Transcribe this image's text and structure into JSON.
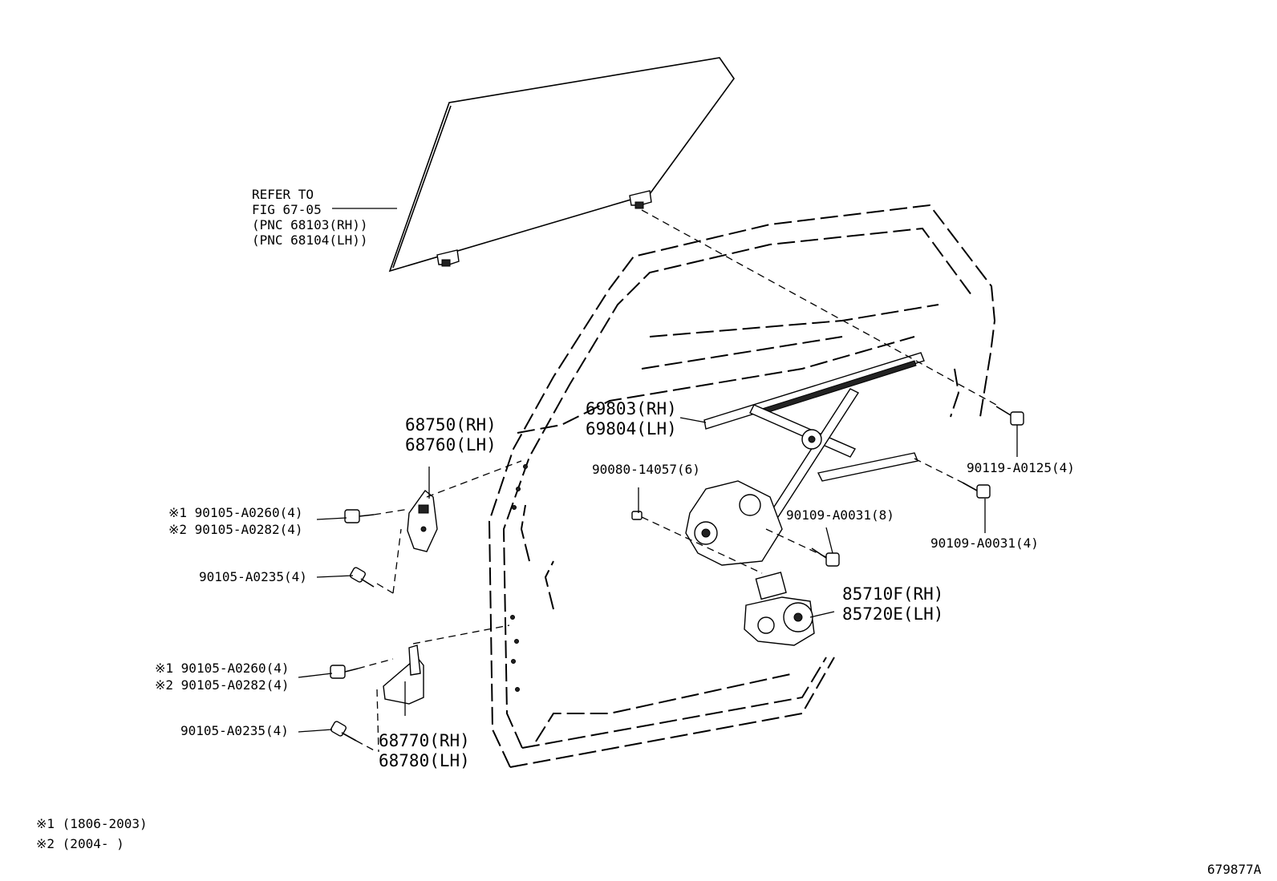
{
  "figure_id": "679877A",
  "glass_reference": {
    "lines": [
      "REFER TO",
      "FIG 67-05",
      "(PNC 68103(RH))",
      "(PNC 68104(LH))"
    ]
  },
  "parts": {
    "upper_hinge": [
      "68750(RH)",
      "68760(LH)"
    ],
    "lower_hinge": [
      "68770(RH)",
      "68780(LH)"
    ],
    "regulator": [
      "69803(RH)",
      "69804(LH)"
    ],
    "motor": [
      "85710F(RH)",
      "85720E(LH)"
    ]
  },
  "fasteners": {
    "upper_hinge_bolt_1": "※1 90105-A0260(4)",
    "upper_hinge_bolt_2": "※2 90105-A0282(4)",
    "upper_hinge_bolt_3": "90105-A0235(4)",
    "lower_hinge_bolt_1": "※1 90105-A0260(4)",
    "lower_hinge_bolt_2": "※2 90105-A0282(4)",
    "lower_hinge_bolt_3": "90105-A0235(4)",
    "regulator_screw": "90080-14057(6)",
    "regulator_bolt_8": "90109-A0031(8)",
    "regulator_bolt_4": "90109-A0031(4)",
    "glass_bolt": "90119-A0125(4)"
  },
  "footnotes": [
    "※1 (1806-2003)",
    "※2 (2004-      )"
  ]
}
